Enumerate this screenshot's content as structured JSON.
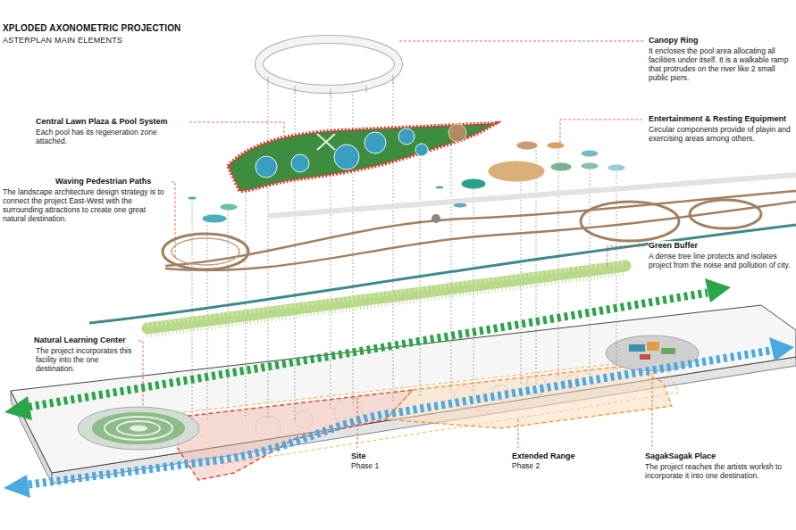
{
  "diagram": {
    "title": "XPLODED AXONOMETRIC PROJECTION",
    "labels": [
      "ASTERPLAN MAIN ELEMENTS",
      "Canopy Ring",
      "It encloses the pool area allocating all facilities under itself. It is a walkable ramp that protrudes on the river like 2 small public piers.",
      "Entertainment & Resting Equipment",
      "Circular components provide of playin and exercising areas among others.",
      "Central Lawn Plaza & Pool System",
      "Each pool has its regeneration zone attached.",
      "Waving Pedestrian Paths",
      "The landscape architecture design strategy is to connect the project East-West with the surrounding attractions to create one great natural destination.",
      "Green Buffer",
      "A dense tree line protects and isolates project from the noise and pollution of city.",
      "Natural Learning Center",
      "The project incorporates this facility into the one destination.",
      "Site",
      "Phase 1",
      "Extended Range",
      "Phase 2",
      "SagakSagak Place",
      "The project reaches the artists worksh to incorporate it into one destination."
    ]
  }
}
